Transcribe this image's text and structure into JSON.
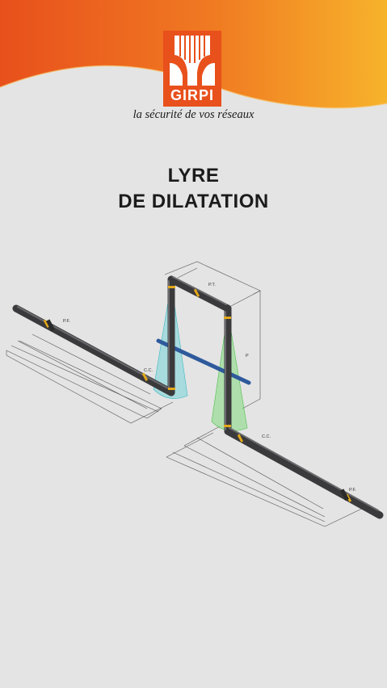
{
  "brand": {
    "name": "GIRPI",
    "tagline": "la sécurité de vos réseaux",
    "colors": {
      "orange": "#e8501c",
      "wave_light": "#f7b32b",
      "background": "#e4e4e4"
    }
  },
  "title": {
    "line1": "LYRE",
    "line2": "DE DILATATION"
  },
  "diagram": {
    "labels": {
      "fixed_point_left": "P.F.",
      "fixed_point_right": "P.F.",
      "fixed_point_top": "P.T.",
      "cold_connection_left": "C.C.",
      "cold_connection_right": "C.C.",
      "height": "P"
    },
    "colors": {
      "pipe": "#3a3a3c",
      "joint": "#e3a81a",
      "sector_left": "#5fd0d8",
      "sector_right": "#6fd66a",
      "offset_bar": "#2e5a9c"
    }
  }
}
